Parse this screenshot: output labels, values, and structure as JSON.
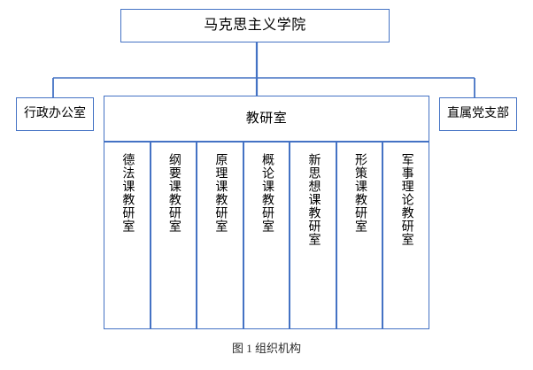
{
  "diagram": {
    "title_box": {
      "label": "马克思主义学院"
    },
    "level2": [
      {
        "name": "admin-office",
        "label": "行政办公室"
      },
      {
        "name": "teaching-research",
        "label": "教研室"
      },
      {
        "name": "party-branch",
        "label": "直属党支部"
      }
    ],
    "sub_departments": [
      {
        "label": "德法课教研室"
      },
      {
        "label": "纲要课教研室"
      },
      {
        "label": "原理课教研室"
      },
      {
        "label": "概论课教研室"
      },
      {
        "label": "新思想课教研室"
      },
      {
        "label": "形策课教研室"
      },
      {
        "label": "军事理论教研室"
      }
    ],
    "caption": "图 1 组织机构",
    "colors": {
      "border": "#4472C4",
      "text": "#000000",
      "background": "#FFFFFF",
      "caption_text": "#2A2A2A"
    }
  }
}
